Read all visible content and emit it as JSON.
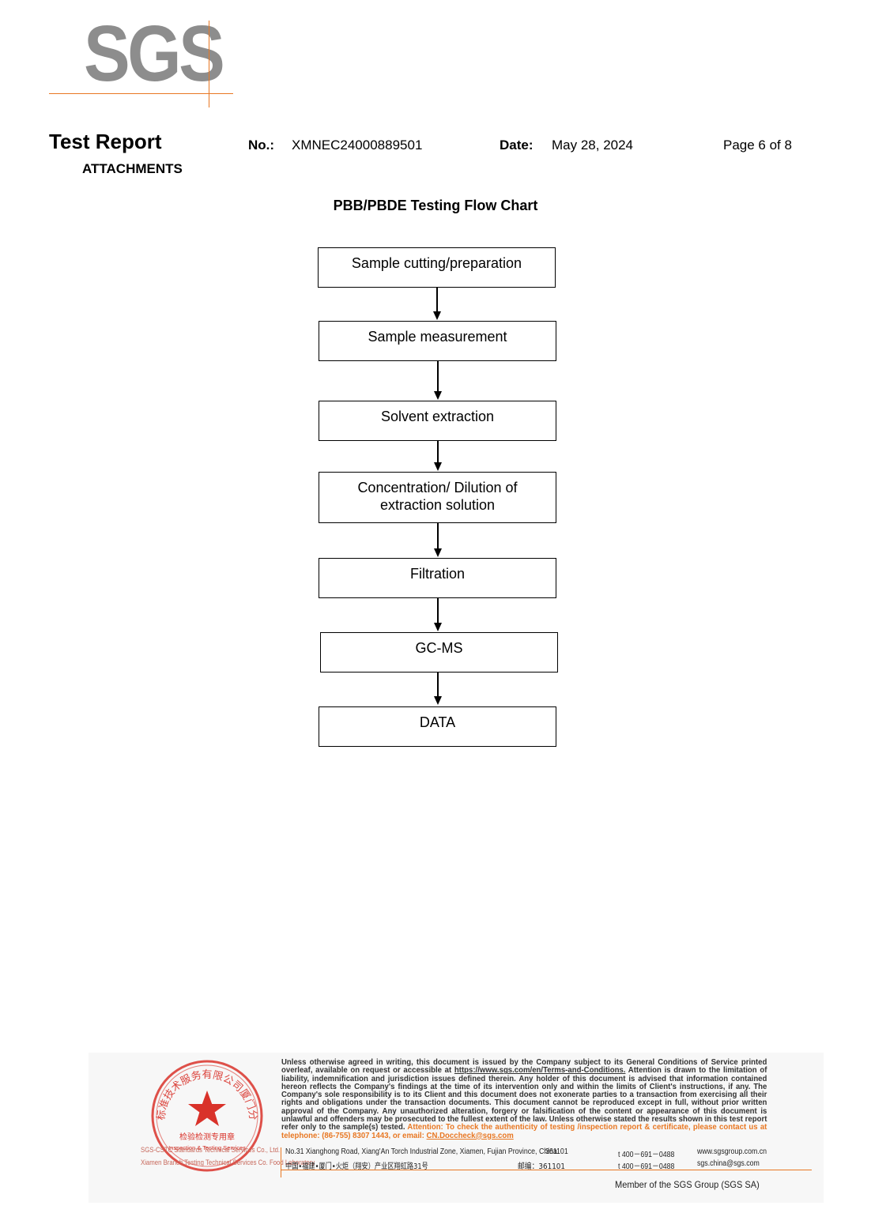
{
  "logo": {
    "text": "SGS"
  },
  "header": {
    "title": "Test Report",
    "subtitle": "ATTACHMENTS",
    "no_label": "No.:",
    "no_value": "XMNEC24000889501",
    "date_label": "Date:",
    "date_value": "May 28, 2024",
    "page": "Page 6 of 8"
  },
  "flowchart": {
    "title": "PBB/PBDE Testing Flow Chart",
    "steps": [
      {
        "line1": "Sample cutting/preparation",
        "line2": ""
      },
      {
        "line1": "Sample measurement",
        "line2": ""
      },
      {
        "line1": "Solvent extraction",
        "line2": ""
      },
      {
        "line1": "Concentration/ Dilution of",
        "line2": "extraction solution"
      },
      {
        "line1": "Filtration",
        "line2": ""
      },
      {
        "line1": "GC-MS",
        "line2": ""
      },
      {
        "line1": "DATA",
        "line2": ""
      }
    ]
  },
  "footer": {
    "stamp": {
      "ring_text": "通标标准技术服务有限公司厦门分公司",
      "inner_cn": "检验检测专用章",
      "inner_en": "Inspection & Testing Services",
      "caption1": "SGS-CSTC Standards Technical Services Co., Ltd.",
      "caption2": "Xiamen Branch Testing Technical Services Co. Food Laboratory"
    },
    "legal_pre": "Unless otherwise agreed in writing, this document is issued by the Company subject to its General Conditions of Service printed overleaf, available on request or accessible at ",
    "legal_link": "https://www.sgs.com/en/Terms-and-Conditions.",
    "legal_post": " Attention is drawn to the limitation of liability, indemnification and jurisdiction issues defined therein. Any holder of this document is advised that information contained hereon reflects the Company's findings at the time of its intervention only and within the limits of Client's instructions, if any. The Company's sole responsibility is to its Client and this document does not exonerate parties to a transaction from exercising all their rights and obligations under the transaction documents. This document cannot be reproduced except in full, without prior written approval of the Company. Any unauthorized alteration, forgery or falsification of the content or appearance of this document is unlawful and offenders may be prosecuted to the fullest extent of the law. Unless otherwise stated the results shown in this test report refer only to the sample(s) tested.",
    "attention": "Attention: To check the authenticity of testing /inspection report & certificate, please contact us at telephone: (86-755) 8307 1443, or email: ",
    "attention_email": "CN.Doccheck@sgs.com",
    "address_en": "No.31 Xianghong Road, Xiang'An Torch Industrial Zone, Xiamen, Fujian Province, China.",
    "postcode_en": "361101",
    "phone1": "t 400－691－0488",
    "web": "www.sgsgroup.com.cn",
    "address_cn": "中国•福建•厦门•火炬（翔安）产业区翔虹路31号",
    "postcode_cn": "邮编：361101",
    "phone2": "t 400－691－0488",
    "email": "sgs.china@sgs.com",
    "member": "Member of the SGS Group (SGS SA)"
  },
  "colors": {
    "brand_orange": "#e87722",
    "logo_gray": "#8d8d8d",
    "stamp_red": "#d9322a"
  }
}
